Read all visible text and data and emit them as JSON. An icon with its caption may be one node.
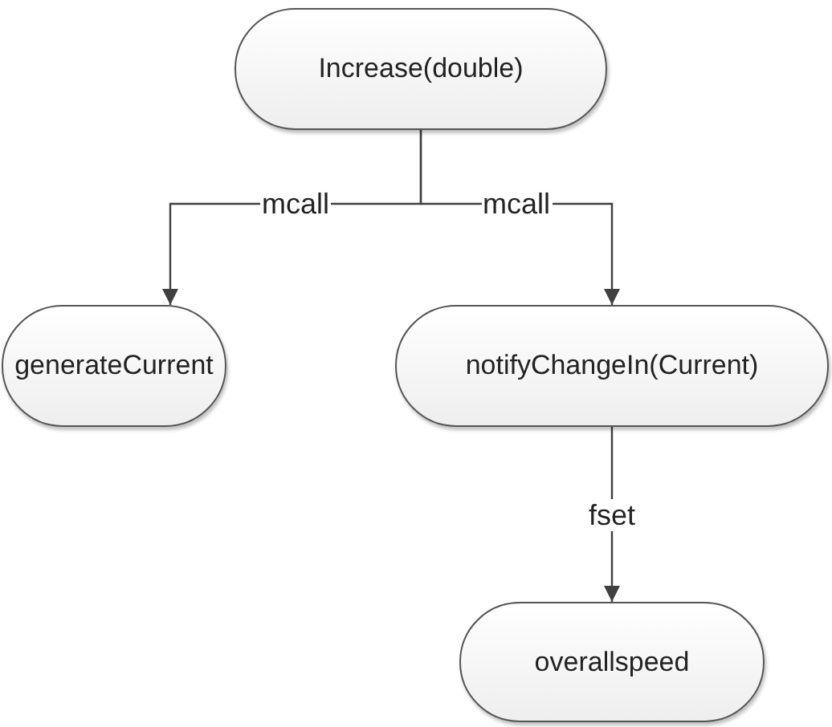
{
  "diagram": {
    "nodes": [
      {
        "text": [
          "Increase(double)"
        ]
      },
      {
        "text": [
          "generateCurrent"
        ]
      },
      {
        "text": [
          "notifyChangeIn(Current)"
        ]
      },
      {
        "text": [
          "overallspeed"
        ]
      }
    ],
    "edges": [
      {
        "from": 0,
        "to": 1,
        "arrow": "to",
        "label": "mcall"
      },
      {
        "from": 0,
        "to": 2,
        "arrow": "to",
        "label": "mcall"
      },
      {
        "from": 2,
        "to": 3,
        "arrow": "to",
        "label": "fset"
      }
    ]
  }
}
